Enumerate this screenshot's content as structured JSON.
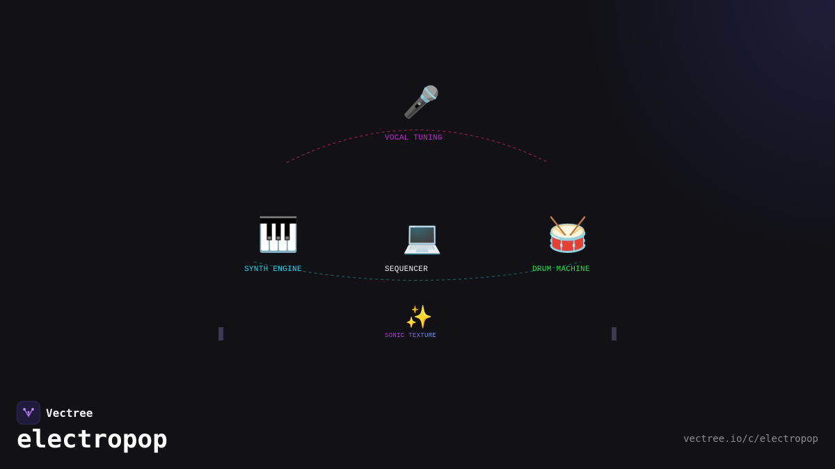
{
  "diagram": {
    "nodes": [
      {
        "id": "vocal",
        "label": "VOCAL TUNING",
        "icon": "microphone-icon",
        "glyph": "🎤",
        "color": "#c026d3"
      },
      {
        "id": "synth",
        "label": "SYNTH ENGINE",
        "icon": "piano-keys-icon",
        "glyph": "🎹",
        "color": "#22d3ee"
      },
      {
        "id": "seq",
        "label": "SEQUENCER",
        "icon": "laptop-icon",
        "glyph": "💻",
        "color": "#f2f2f2"
      },
      {
        "id": "drum",
        "label": "DRUM MACHINE",
        "icon": "drum-icon",
        "glyph": "🥁",
        "color": "#22e04a"
      },
      {
        "id": "texture",
        "label": "SONIC TEXTURE",
        "icon": "sparkles-icon",
        "glyph": "✨",
        "color": "#a78bfa"
      }
    ],
    "arc_colors": {
      "top": "#be185d",
      "bottom": "#0f766e"
    }
  },
  "branding": {
    "name": "Vectree",
    "logo_icon": "vectree-logo-icon",
    "title": "electropop",
    "url": "vectree.io/c/electropop"
  }
}
